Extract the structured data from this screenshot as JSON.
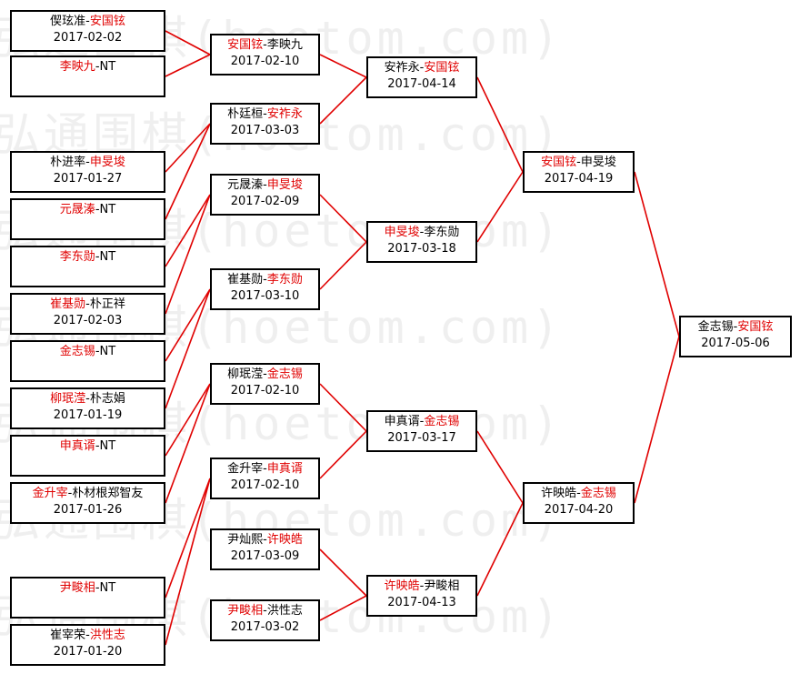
{
  "watermark": "弘通围棋(hoetom.com)",
  "colors": {
    "winner": "#e00000",
    "line": "#e00000",
    "text": "#000000",
    "border": "#000000"
  },
  "round1": [
    {
      "p1": "偰玹准",
      "p2": "安国铉",
      "winner": "p2",
      "date": "2017-02-02"
    },
    {
      "p1": "李映九",
      "p2": "NT",
      "winner": "p1",
      "date": ""
    },
    {
      "p1": "朴进率",
      "p2": "申旻埈",
      "winner": "p2",
      "date": "2017-01-27"
    },
    {
      "p1": "元晟溱",
      "p2": "NT",
      "winner": "p1",
      "date": ""
    },
    {
      "p1": "李东勋",
      "p2": "NT",
      "winner": "p1",
      "date": ""
    },
    {
      "p1": "崔基勋",
      "p2": "朴正祥",
      "winner": "p1",
      "date": "2017-02-03"
    },
    {
      "p1": "金志锡",
      "p2": "NT",
      "winner": "p1",
      "date": ""
    },
    {
      "p1": "柳珉滢",
      "p2": "朴志娟",
      "winner": "p1",
      "date": "2017-01-19"
    },
    {
      "p1": "申真谞",
      "p2": "NT",
      "winner": "p1",
      "date": ""
    },
    {
      "p1": "金升宰",
      "p2": "朴材根郑智友",
      "winner": "p1",
      "date": "2017-01-26"
    },
    {
      "p1": "尹畯相",
      "p2": "NT",
      "winner": "p1",
      "date": ""
    },
    {
      "p1": "崔宰荣",
      "p2": "洪性志",
      "winner": "p2",
      "date": "2017-01-20"
    }
  ],
  "round2": [
    {
      "p1": "安国铉",
      "p2": "李映九",
      "winner": "p1",
      "date": "2017-02-10"
    },
    {
      "p1": "朴廷桓",
      "p2": "安祚永",
      "winner": "p2",
      "date": "2017-03-03"
    },
    {
      "p1": "元晟溱",
      "p2": "申旻埈",
      "winner": "p2",
      "date": "2017-02-09"
    },
    {
      "p1": "崔基勋",
      "p2": "李东勋",
      "winner": "p2",
      "date": "2017-03-10"
    },
    {
      "p1": "柳珉滢",
      "p2": "金志锡",
      "winner": "p2",
      "date": "2017-02-10"
    },
    {
      "p1": "金升宰",
      "p2": "申真谞",
      "winner": "p2",
      "date": "2017-02-10"
    },
    {
      "p1": "尹灿熙",
      "p2": "许映皓",
      "winner": "p2",
      "date": "2017-03-09"
    },
    {
      "p1": "尹畯相",
      "p2": "洪性志",
      "winner": "p1",
      "date": "2017-03-02"
    }
  ],
  "round3": [
    {
      "p1": "安祚永",
      "p2": "安国铉",
      "winner": "p2",
      "date": "2017-04-14"
    },
    {
      "p1": "申旻埈",
      "p2": "李东勋",
      "winner": "p1",
      "date": "2017-03-18"
    },
    {
      "p1": "申真谞",
      "p2": "金志锡",
      "winner": "p2",
      "date": "2017-03-17"
    },
    {
      "p1": "许映皓",
      "p2": "尹畯相",
      "winner": "p1",
      "date": "2017-04-13"
    }
  ],
  "round4": [
    {
      "p1": "安国铉",
      "p2": "申旻埈",
      "winner": "p1",
      "date": "2017-04-19"
    },
    {
      "p1": "许映皓",
      "p2": "金志锡",
      "winner": "p2",
      "date": "2017-04-20"
    }
  ],
  "final": [
    {
      "p1": "金志锡",
      "p2": "安国铉",
      "winner": "p2",
      "date": "2017-05-06"
    }
  ]
}
